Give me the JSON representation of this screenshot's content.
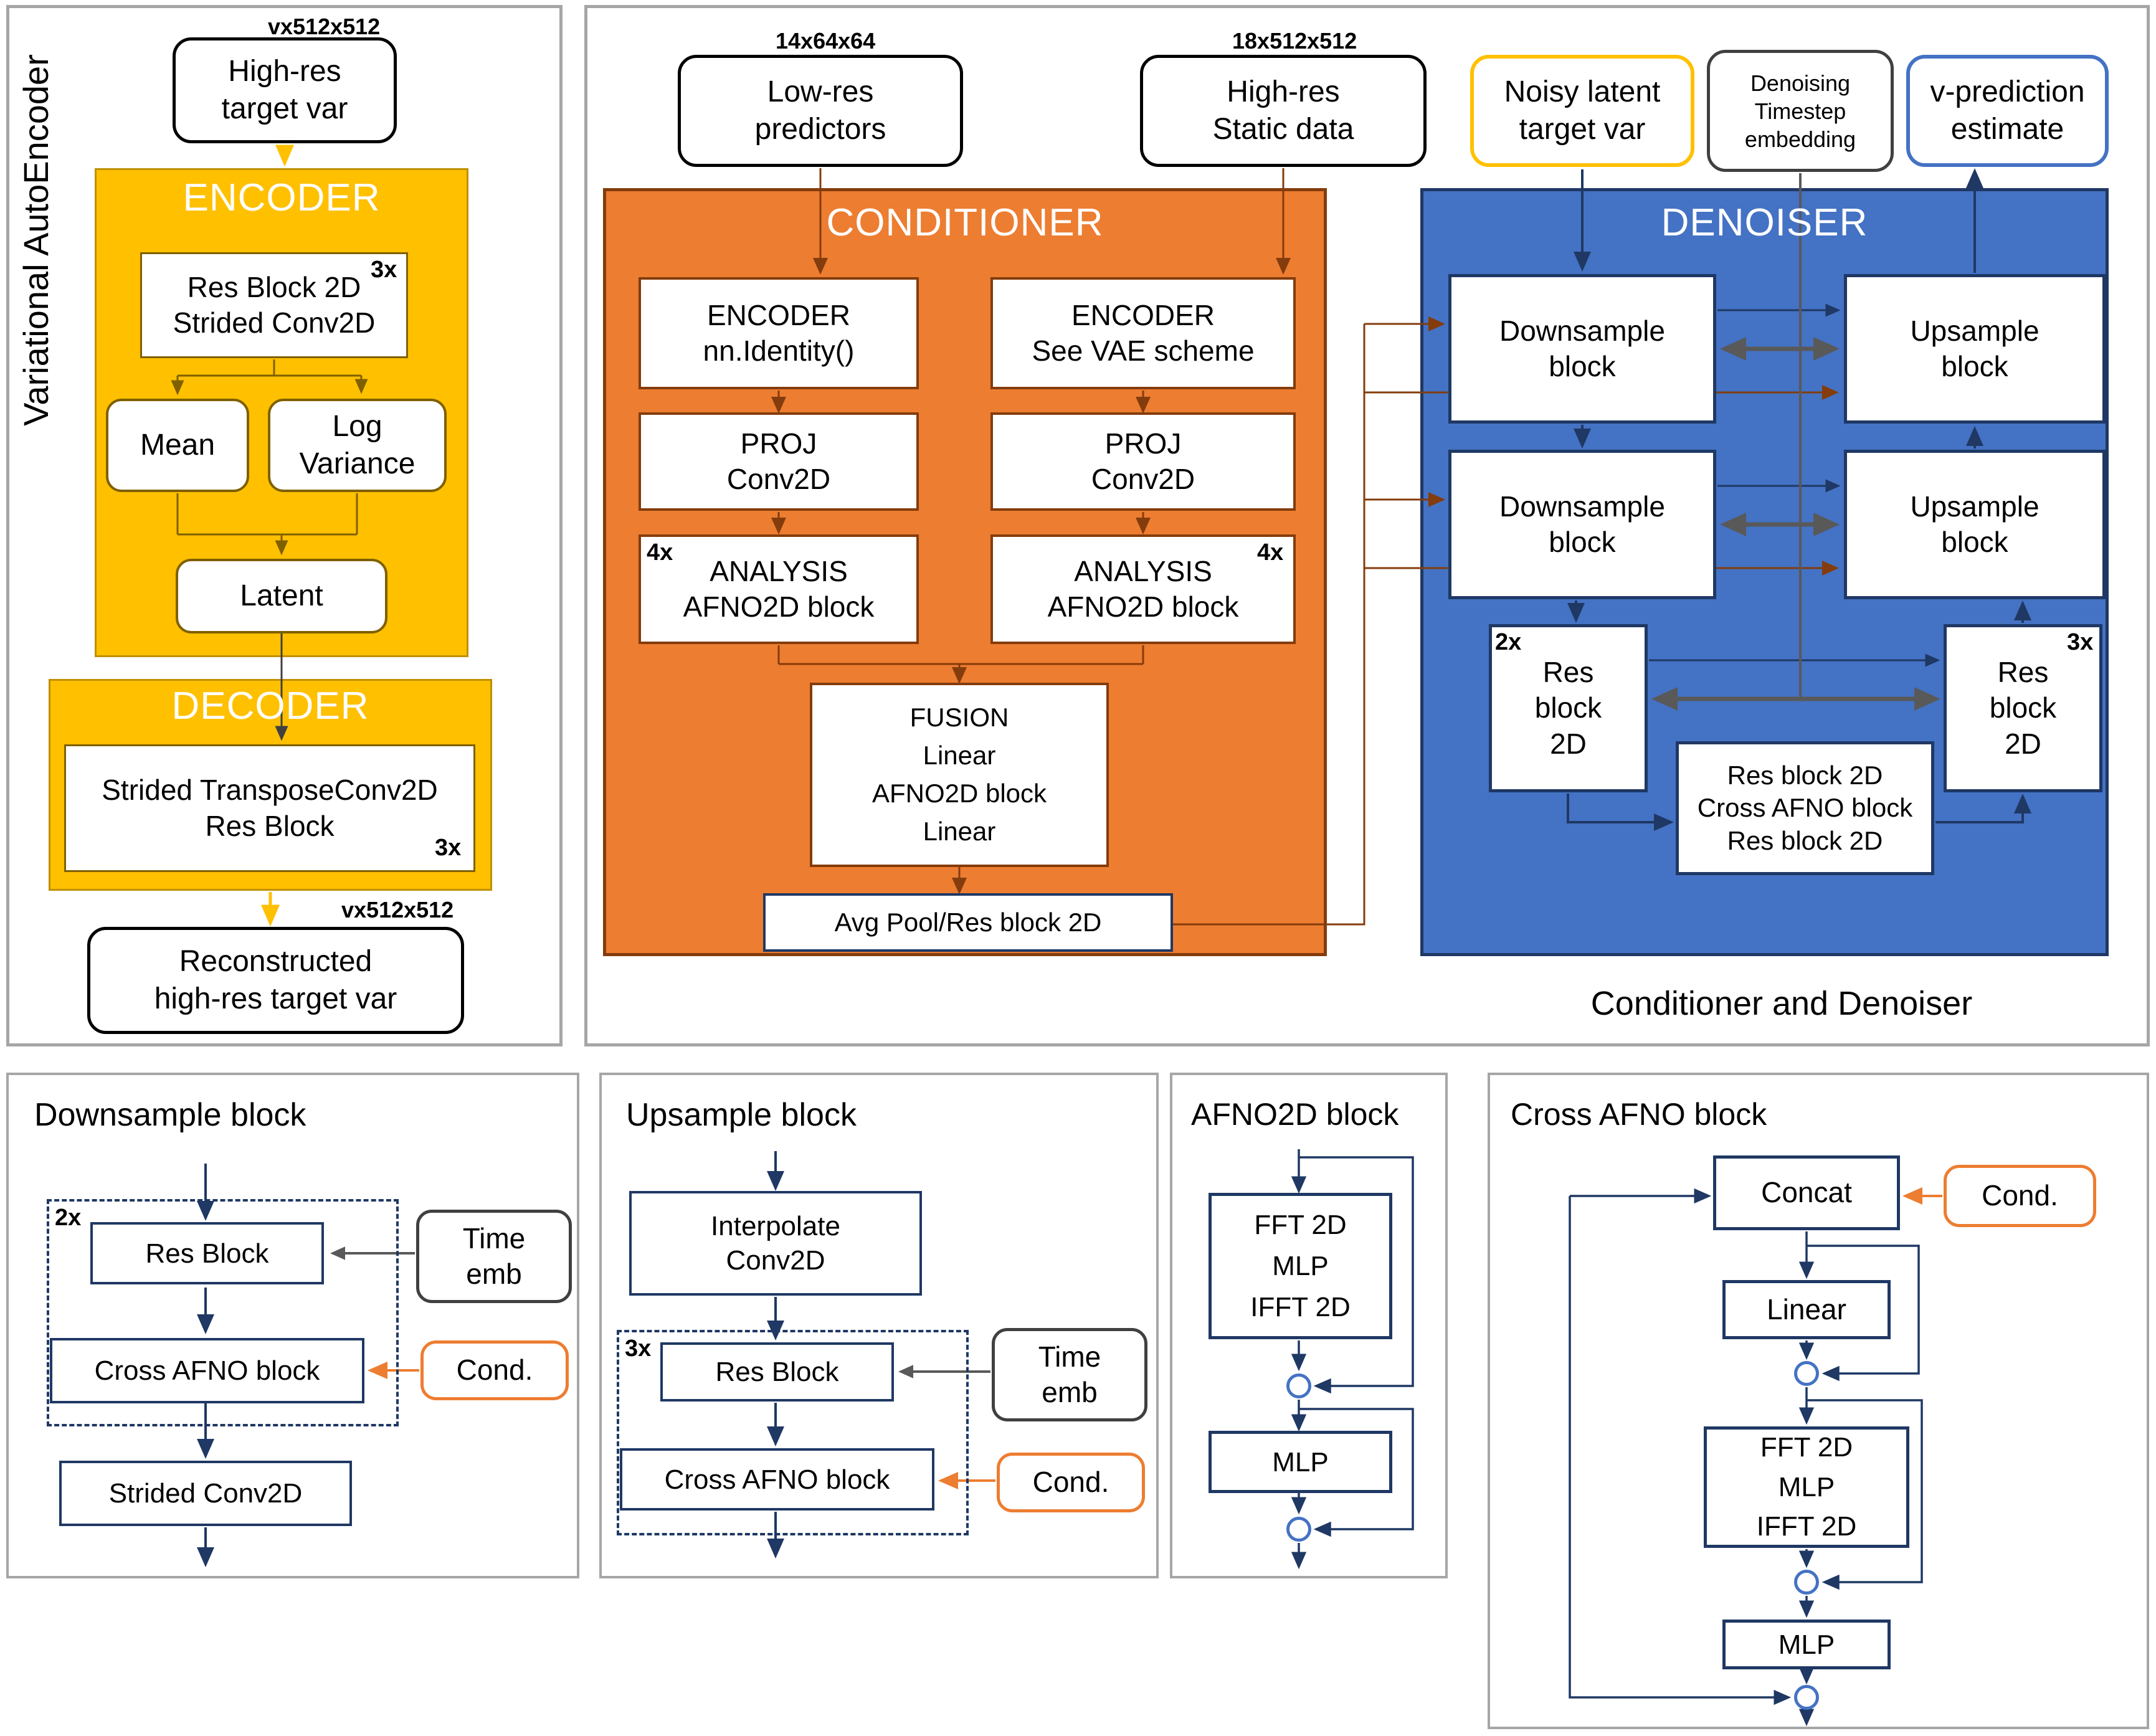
{
  "vae": {
    "side_label": "Variational AutoEncoder",
    "input_dim": "vx512x512",
    "input": "High-res\ntarget var",
    "encoder_title": "ENCODER",
    "encoder_block": "Res Block 2D\nStrided Conv2D",
    "encoder_mult": "3x",
    "mean": "Mean",
    "log_variance": "Log\nVariance",
    "latent": "Latent",
    "decoder_title": "DECODER",
    "decoder_block": "Strided TransposeConv2D\nRes Block",
    "decoder_mult": "3x",
    "output_dim": "vx512x512",
    "output": "Reconstructed\nhigh-res target var"
  },
  "conditioner": {
    "title": "CONDITIONER",
    "input1_dim": "14x64x64",
    "input1": "Low-res\npredictors",
    "input2_dim": "18x512x512",
    "input2": "High-res\nStatic data",
    "encoder1": "ENCODER\nnn.Identity()",
    "encoder2": "ENCODER\nSee VAE scheme",
    "proj1": "PROJ\nConv2D",
    "proj2": "PROJ\nConv2D",
    "analysis1": "ANALYSIS\nAFNO2D block",
    "analysis1_mult": "4x",
    "analysis2": "ANALYSIS\nAFNO2D block",
    "analysis2_mult": "4x",
    "fusion": "FUSION\nLinear\nAFNO2D block\nLinear",
    "avg_pool": "Avg Pool/Res block 2D"
  },
  "denoiser": {
    "title": "DENOISER",
    "noisy_latent": "Noisy latent\ntarget var",
    "timestep": "Denoising\nTimestep\nembedding",
    "v_prediction": "v-prediction\nestimate",
    "downsample1": "Downsample\nblock",
    "downsample2": "Downsample\nblock",
    "upsample1": "Upsample\nblock",
    "upsample2": "Upsample\nblock",
    "res_left": "Res\nblock\n2D",
    "res_left_mult": "2x",
    "res_right": "Res\nblock\n2D",
    "res_right_mult": "3x",
    "bottleneck": "Res block 2D\nCross AFNO block\nRes block 2D",
    "caption": "Conditioner and Denoiser"
  },
  "downsample_panel": {
    "title": "Downsample block",
    "mult": "2x",
    "res_block": "Res Block",
    "cross_afno": "Cross AFNO block",
    "strided_conv": "Strided Conv2D",
    "time_emb": "Time\nemb",
    "cond": "Cond."
  },
  "upsample_panel": {
    "title": "Upsample block",
    "interpolate": "Interpolate\nConv2D",
    "mult": "3x",
    "res_block": "Res Block",
    "cross_afno": "Cross AFNO block",
    "time_emb": "Time\nemb",
    "cond": "Cond."
  },
  "afno_panel": {
    "title": "AFNO2D block",
    "fft_block": "FFT 2D\nMLP\nIFFT 2D",
    "mlp": "MLP"
  },
  "cross_afno_panel": {
    "title": "Cross AFNO block",
    "concat": "Concat",
    "cond": "Cond.",
    "linear": "Linear",
    "fft_block": "FFT 2D\nMLP\nIFFT 2D",
    "mlp": "MLP"
  },
  "colors": {
    "vae_fill": "#FFC000",
    "vae_border": "#BF9000",
    "vae_inner_border": "#7F6000",
    "conditioner_fill": "#ED7D31",
    "conditioner_border": "#843C0C",
    "denoiser_fill": "#4472C4",
    "navy": "#1F3864",
    "brown_arrow": "#843C0C",
    "gray_arrow": "#595959",
    "dark_outline": "#404040",
    "gold_arrow": "#FFC000",
    "orange_accent": "#ED7D31",
    "panel_border": "#A6A6A6",
    "junction_ring": "#4472C4"
  }
}
